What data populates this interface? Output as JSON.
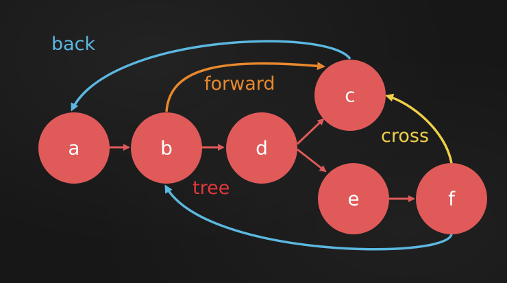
{
  "colors": {
    "background": "#171717",
    "node": "#e05a5a",
    "node_text": "#ffffff",
    "tree": "#e05a5a",
    "back": "#5bb8e0",
    "forward": "#e8892e",
    "cross": "#f0d04a"
  },
  "nodes": [
    {
      "id": "a",
      "label": "a"
    },
    {
      "id": "b",
      "label": "b"
    },
    {
      "id": "c",
      "label": "c"
    },
    {
      "id": "d",
      "label": "d"
    },
    {
      "id": "e",
      "label": "e"
    },
    {
      "id": "f",
      "label": "f"
    }
  ],
  "edges": [
    {
      "from": "a",
      "to": "b",
      "type": "tree"
    },
    {
      "from": "b",
      "to": "d",
      "type": "tree"
    },
    {
      "from": "d",
      "to": "c",
      "type": "tree"
    },
    {
      "from": "d",
      "to": "e",
      "type": "tree"
    },
    {
      "from": "e",
      "to": "f",
      "type": "tree"
    },
    {
      "from": "c",
      "to": "a",
      "type": "back"
    },
    {
      "from": "f",
      "to": "b",
      "type": "back"
    },
    {
      "from": "b",
      "to": "c",
      "type": "forward"
    },
    {
      "from": "f",
      "to": "c",
      "type": "cross"
    }
  ],
  "labels": {
    "back": "back",
    "forward": "forward",
    "cross": "cross",
    "tree": "tree"
  }
}
